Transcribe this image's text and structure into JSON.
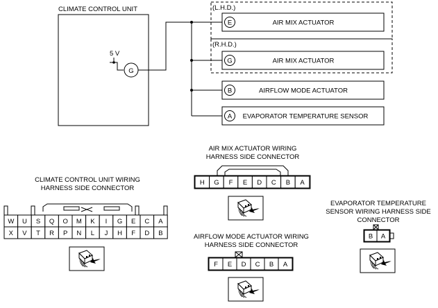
{
  "schematic": {
    "ccu_title": "CLIMATE CONTROL UNIT",
    "voltage": "5 V",
    "ccu_terminal": "G",
    "lhd_label": "(L.H.D.)",
    "rhd_label": "(R.H.D.)",
    "actuators": [
      {
        "terminal": "E",
        "name": "AIR MIX ACTUATOR"
      },
      {
        "terminal": "G",
        "name": "AIR MIX ACTUATOR"
      },
      {
        "terminal": "B",
        "name": "AIRFLOW MODE ACTUATOR"
      },
      {
        "terminal": "A",
        "name": "EVAPORATOR TEMPERATURE SENSOR"
      }
    ]
  },
  "connectors": {
    "ccu": {
      "title_line1": "CLIMATE CONTROL UNIT WIRING",
      "title_line2": "HARNESS SIDE CONNECTOR",
      "top_row": [
        "W",
        "U",
        "S",
        "Q",
        "O",
        "M",
        "K",
        "I",
        "G",
        "E",
        "C",
        "A"
      ],
      "bottom_row": [
        "X",
        "V",
        "T",
        "R",
        "P",
        "N",
        "L",
        "J",
        "H",
        "F",
        "D",
        "B"
      ]
    },
    "air_mix": {
      "title_line1": "AIR MIX ACTUATOR WIRING",
      "title_line2": "HARNESS SIDE CONNECTOR",
      "pins": [
        "H",
        "G",
        "F",
        "E",
        "D",
        "C",
        "B",
        "A"
      ]
    },
    "airflow": {
      "title_line1": "AIRFLOW MODE ACTUATOR WIRING",
      "title_line2": "HARNESS SIDE CONNECTOR",
      "pins": [
        "F",
        "E",
        "D",
        "C",
        "B",
        "A"
      ]
    },
    "evap": {
      "title_line1": "EVAPORATOR TEMPERATURE",
      "title_line2": "SENSOR WIRING HARNESS SIDE",
      "title_line3": "CONNECTOR",
      "pins": [
        "B",
        "A"
      ]
    }
  }
}
